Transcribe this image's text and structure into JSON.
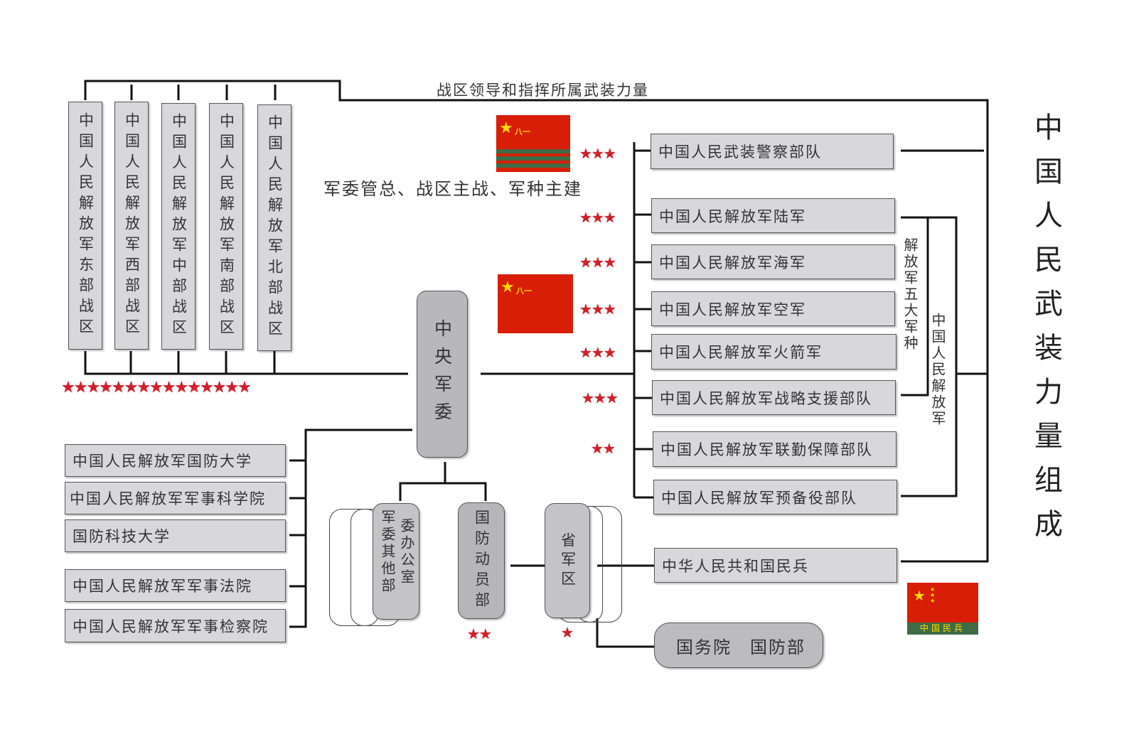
{
  "title_vertical": "中国人民武装力量组成",
  "top_caption": "战区领导和指挥所属武装力量",
  "slogan": "军委管总、战区主战、军种主建",
  "central": "中央军委",
  "theaters": [
    "中国人民解放军东部战区",
    "中国人民解放军西部战区",
    "中国人民解放军中部战区",
    "中国人民解放军南部战区",
    "中国人民解放军北部战区"
  ],
  "right_units": [
    "中国人民武装警察部队",
    "中国人民解放军陆军",
    "中国人民解放军海军",
    "中国人民解放军空军",
    "中国人民解放军火箭军",
    "中国人民解放军战略支援部队",
    "中国人民解放军联勤保障部队",
    "中国人民解放军预备役部队",
    "中华人民共和国民兵"
  ],
  "five_services_label": "解放军五大军种",
  "pla_label": "中国人民解放军",
  "academies": [
    "中国人民解放军国防大学",
    "中国人民解放军军事科学院",
    "国防科技大学",
    "中国人民解放军军事法院",
    "中国人民解放军军事检察院"
  ],
  "sub_depts": {
    "office": "委办公室",
    "other": "军委其他部",
    "mobilization": "国防动员部",
    "provincial": "省军区"
  },
  "state_council": "国务院　国防部",
  "star_groups": {
    "three": "★★★",
    "two": "★★",
    "one": "★",
    "theaters_row": "★★★★★★★★★★★★★★★"
  },
  "flags": {
    "pla_mark": "八一",
    "militia_label": "中国民兵"
  },
  "colors": {
    "box_fill": "#d8d8db",
    "rounded_fill": "#b8b8ba",
    "star_red": "#d31f2b",
    "flag_red": "#d81e06",
    "flag_yellow": "#ffde00",
    "stripe_green": "#3f6b46"
  }
}
